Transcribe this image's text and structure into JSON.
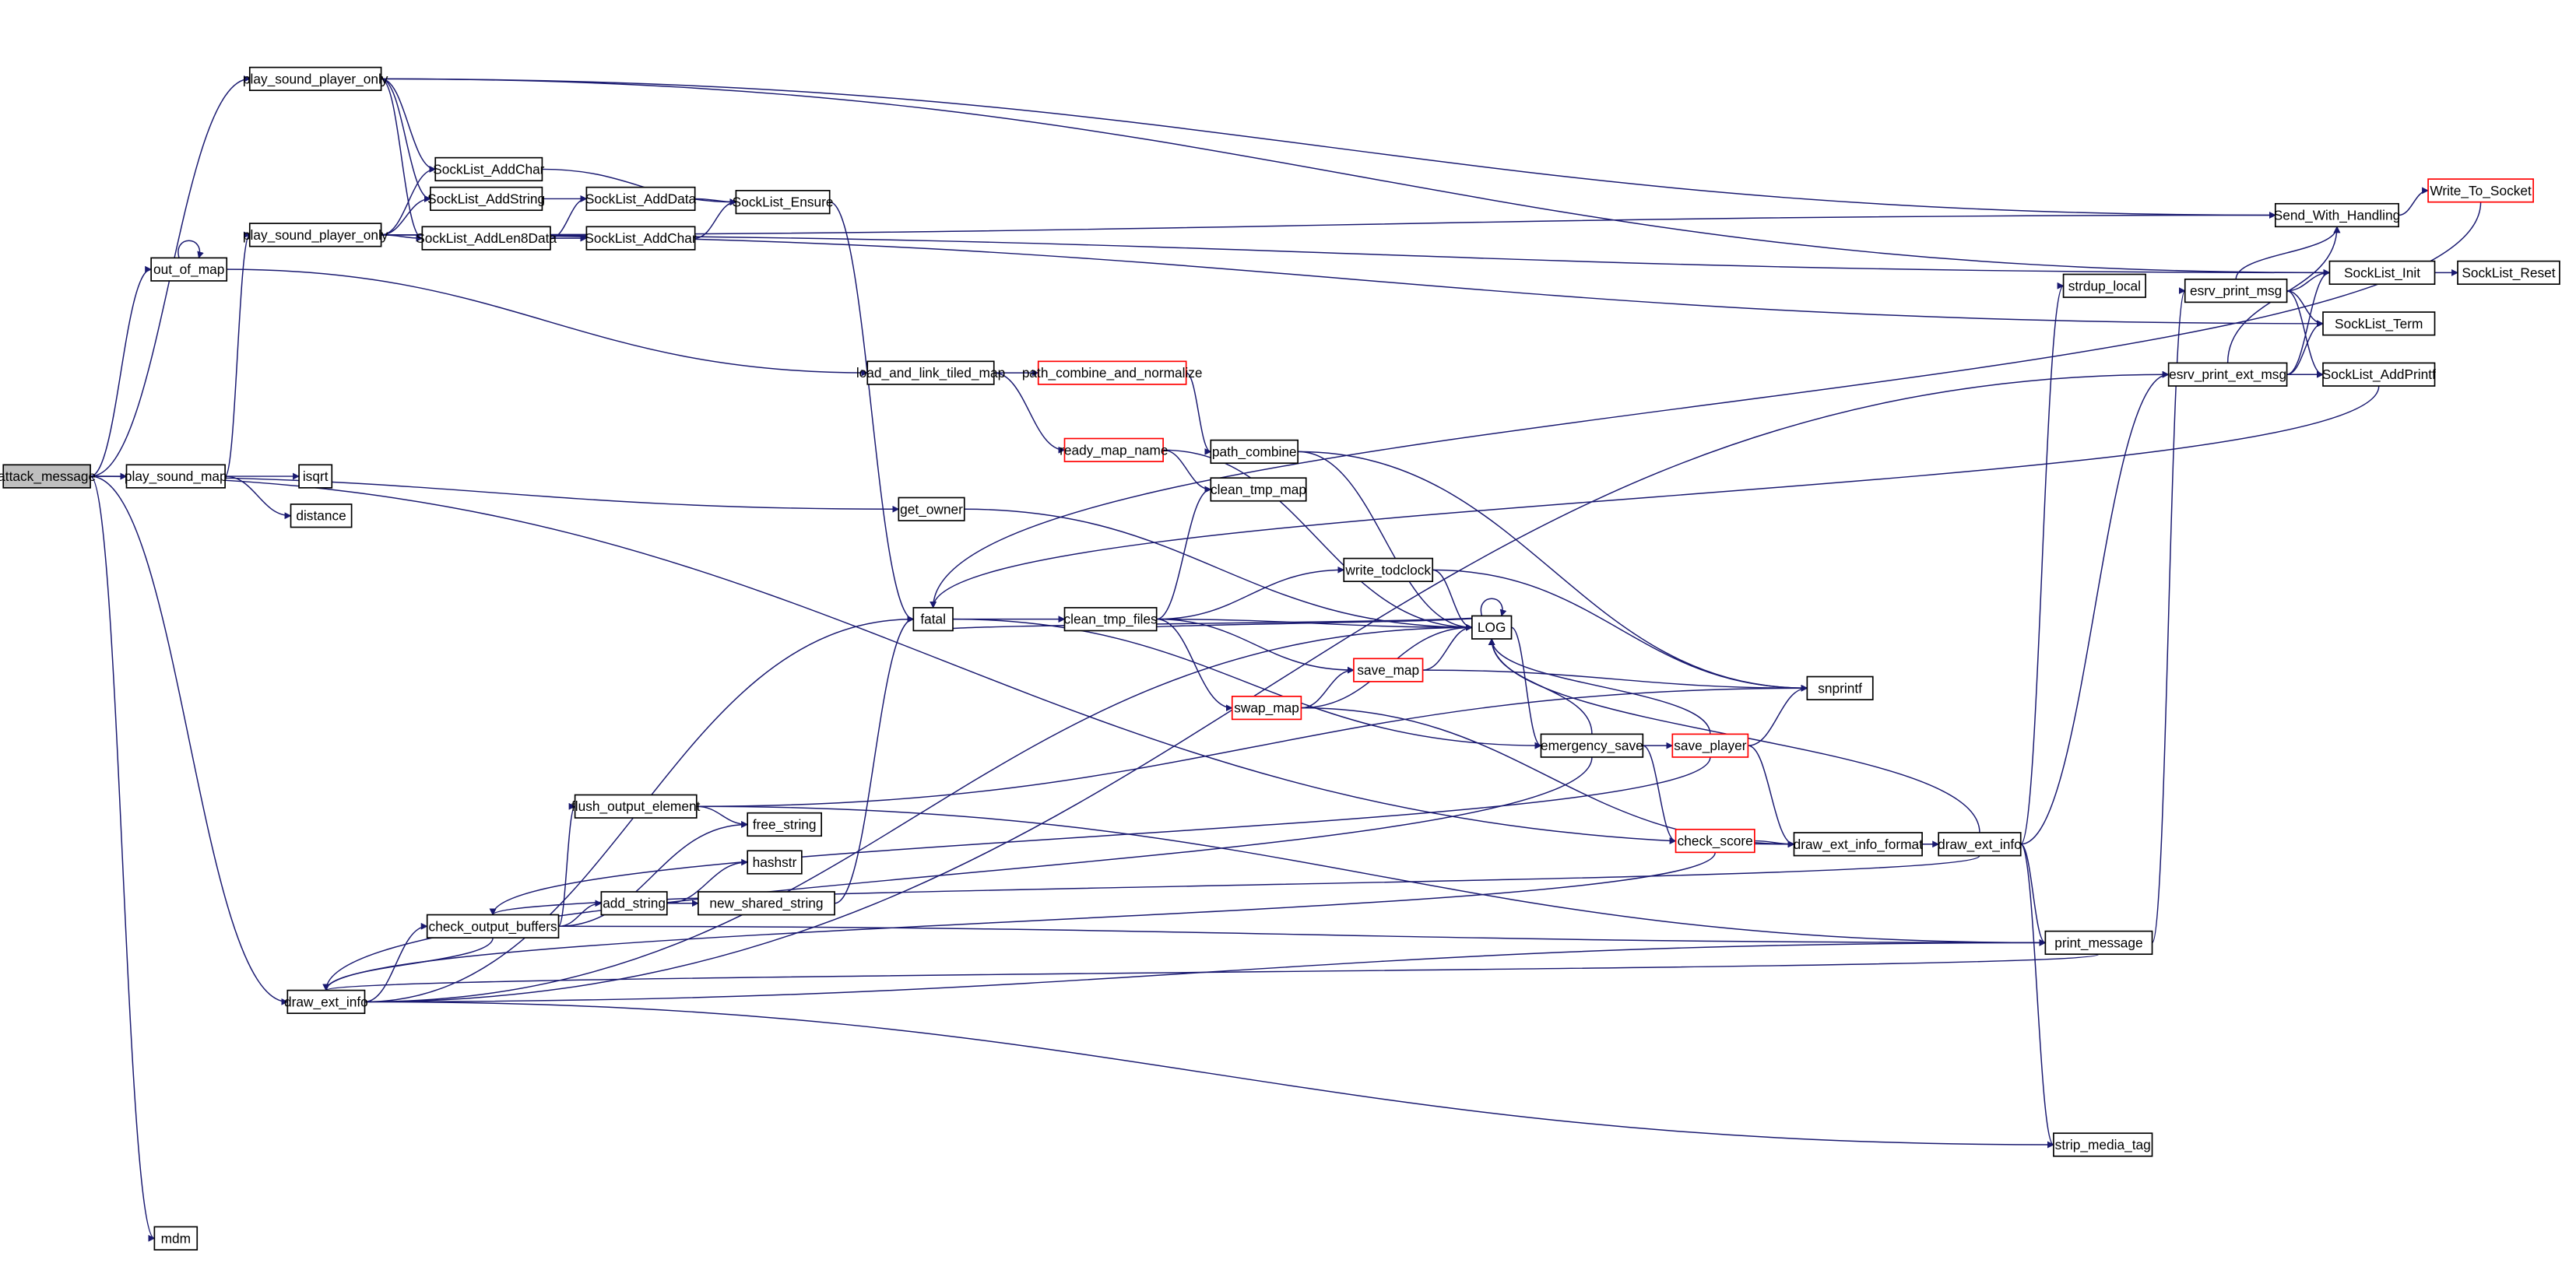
{
  "title": "attack_message call graph",
  "colors": {
    "edge": "#191970",
    "highlight_border": "#ff0000",
    "root_fill": "#bfbfbf"
  },
  "nodes": [
    {
      "id": "attack_message",
      "label": "attack_message",
      "style": "root"
    },
    {
      "id": "psp1",
      "label": "play_sound_player_only",
      "style": "normal"
    },
    {
      "id": "psp2",
      "label": "play_sound_player_only",
      "style": "normal"
    },
    {
      "id": "out_of_map",
      "label": "out_of_map",
      "style": "normal"
    },
    {
      "id": "play_sound_map",
      "label": "play_sound_map",
      "style": "normal"
    },
    {
      "id": "isqrt",
      "label": "isqrt",
      "style": "normal"
    },
    {
      "id": "distance",
      "label": "distance",
      "style": "normal"
    },
    {
      "id": "mdm",
      "label": "mdm",
      "style": "normal"
    },
    {
      "id": "addchar1",
      "label": "SockList_AddChar",
      "style": "normal"
    },
    {
      "id": "addstring",
      "label": "SockList_AddString",
      "style": "normal"
    },
    {
      "id": "addlen8",
      "label": "SockList_AddLen8Data",
      "style": "normal"
    },
    {
      "id": "adddata",
      "label": "SockList_AddData",
      "style": "normal"
    },
    {
      "id": "addchar2",
      "label": "SockList_AddChar",
      "style": "normal"
    },
    {
      "id": "ensure",
      "label": "SockList_Ensure",
      "style": "normal"
    },
    {
      "id": "load_link",
      "label": "load_and_link_tiled_map",
      "style": "normal"
    },
    {
      "id": "pcn",
      "label": "path_combine_and_normalize",
      "style": "red"
    },
    {
      "id": "ready_map_name",
      "label": "ready_map_name",
      "style": "red"
    },
    {
      "id": "path_combine",
      "label": "path_combine",
      "style": "normal"
    },
    {
      "id": "clean_tmp_map",
      "label": "clean_tmp_map",
      "style": "normal"
    },
    {
      "id": "get_owner",
      "label": "get_owner",
      "style": "normal"
    },
    {
      "id": "write_todclock",
      "label": "write_todclock",
      "style": "normal"
    },
    {
      "id": "fatal",
      "label": "fatal",
      "style": "normal"
    },
    {
      "id": "clean_tmp_files",
      "label": "clean_tmp_files",
      "style": "normal"
    },
    {
      "id": "LOG",
      "label": "LOG",
      "style": "normal"
    },
    {
      "id": "save_map",
      "label": "save_map",
      "style": "red"
    },
    {
      "id": "swap_map",
      "label": "swap_map",
      "style": "red"
    },
    {
      "id": "emergency_save",
      "label": "emergency_save",
      "style": "normal"
    },
    {
      "id": "save_player",
      "label": "save_player",
      "style": "red"
    },
    {
      "id": "snprintf",
      "label": "snprintf",
      "style": "normal"
    },
    {
      "id": "flush_output_element",
      "label": "flush_output_element",
      "style": "normal"
    },
    {
      "id": "free_string",
      "label": "free_string",
      "style": "normal"
    },
    {
      "id": "hashstr",
      "label": "hashstr",
      "style": "normal"
    },
    {
      "id": "add_string",
      "label": "add_string",
      "style": "normal"
    },
    {
      "id": "new_shared_string",
      "label": "new_shared_string",
      "style": "normal"
    },
    {
      "id": "check_output_buffers",
      "label": "check_output_buffers",
      "style": "normal"
    },
    {
      "id": "check_score",
      "label": "check_score",
      "style": "red"
    },
    {
      "id": "deif",
      "label": "draw_ext_info_format",
      "style": "normal"
    },
    {
      "id": "dei_r",
      "label": "draw_ext_info",
      "style": "normal"
    },
    {
      "id": "dei_l",
      "label": "draw_ext_info",
      "style": "normal"
    },
    {
      "id": "print_message",
      "label": "print_message",
      "style": "normal"
    },
    {
      "id": "strip_media_tag",
      "label": "strip_media_tag",
      "style": "normal"
    },
    {
      "id": "strdup_local",
      "label": "strdup_local",
      "style": "normal"
    },
    {
      "id": "send_with_handling",
      "label": "Send_With_Handling",
      "style": "normal"
    },
    {
      "id": "write_to_socket",
      "label": "Write_To_Socket",
      "style": "red"
    },
    {
      "id": "socklist_init",
      "label": "SockList_Init",
      "style": "normal"
    },
    {
      "id": "socklist_reset",
      "label": "SockList_Reset",
      "style": "normal"
    },
    {
      "id": "socklist_term",
      "label": "SockList_Term",
      "style": "normal"
    },
    {
      "id": "esrv_print_msg",
      "label": "esrv_print_msg",
      "style": "normal"
    },
    {
      "id": "esrv_print_ext_msg",
      "label": "esrv_print_ext_msg",
      "style": "normal"
    },
    {
      "id": "socklist_addprintf",
      "label": "SockList_AddPrintf",
      "style": "normal"
    }
  ],
  "edges": [
    [
      "attack_message",
      "psp1"
    ],
    [
      "attack_message",
      "out_of_map"
    ],
    [
      "attack_message",
      "play_sound_map"
    ],
    [
      "attack_message",
      "get_owner"
    ],
    [
      "attack_message",
      "dei_l"
    ],
    [
      "attack_message",
      "mdm"
    ],
    [
      "attack_message",
      "deif"
    ],
    [
      "out_of_map",
      "out_of_map"
    ],
    [
      "out_of_map",
      "load_link"
    ],
    [
      "play_sound_map",
      "isqrt"
    ],
    [
      "play_sound_map",
      "distance"
    ],
    [
      "play_sound_map",
      "psp2"
    ],
    [
      "psp1",
      "addchar1"
    ],
    [
      "psp1",
      "addstring"
    ],
    [
      "psp1",
      "addlen8"
    ],
    [
      "psp1",
      "send_with_handling"
    ],
    [
      "psp1",
      "socklist_init"
    ],
    [
      "psp2",
      "addchar1"
    ],
    [
      "psp2",
      "addstring"
    ],
    [
      "psp2",
      "addlen8"
    ],
    [
      "psp2",
      "send_with_handling"
    ],
    [
      "psp2",
      "socklist_init"
    ],
    [
      "psp2",
      "socklist_term"
    ],
    [
      "addchar1",
      "ensure"
    ],
    [
      "addstring",
      "adddata"
    ],
    [
      "addlen8",
      "adddata"
    ],
    [
      "addlen8",
      "addchar2"
    ],
    [
      "adddata",
      "ensure"
    ],
    [
      "addchar2",
      "ensure"
    ],
    [
      "ensure",
      "fatal"
    ],
    [
      "load_link",
      "pcn"
    ],
    [
      "load_link",
      "ready_map_name"
    ],
    [
      "pcn",
      "path_combine"
    ],
    [
      "path_combine",
      "LOG"
    ],
    [
      "path_combine",
      "snprintf"
    ],
    [
      "ready_map_name",
      "clean_tmp_map"
    ],
    [
      "ready_map_name",
      "LOG"
    ],
    [
      "get_owner",
      "LOG"
    ],
    [
      "fatal",
      "clean_tmp_files"
    ],
    [
      "fatal",
      "emergency_save"
    ],
    [
      "clean_tmp_files",
      "clean_tmp_map"
    ],
    [
      "clean_tmp_files",
      "write_todclock"
    ],
    [
      "clean_tmp_files",
      "LOG"
    ],
    [
      "clean_tmp_files",
      "save_map"
    ],
    [
      "clean_tmp_files",
      "swap_map"
    ],
    [
      "write_todclock",
      "LOG"
    ],
    [
      "write_todclock",
      "snprintf"
    ],
    [
      "LOG",
      "LOG"
    ],
    [
      "LOG",
      "clean_tmp_files"
    ],
    [
      "LOG",
      "emergency_save"
    ],
    [
      "LOG",
      "fatal"
    ],
    [
      "save_map",
      "LOG"
    ],
    [
      "save_map",
      "snprintf"
    ],
    [
      "swap_map",
      "save_map"
    ],
    [
      "swap_map",
      "LOG"
    ],
    [
      "swap_map",
      "deif"
    ],
    [
      "emergency_save",
      "LOG"
    ],
    [
      "emergency_save",
      "save_player"
    ],
    [
      "emergency_save",
      "check_score"
    ],
    [
      "emergency_save",
      "dei_l"
    ],
    [
      "save_player",
      "LOG"
    ],
    [
      "save_player",
      "snprintf"
    ],
    [
      "save_player",
      "deif"
    ],
    [
      "save_player",
      "check_output_buffers"
    ],
    [
      "check_score",
      "deif"
    ],
    [
      "check_score",
      "dei_l"
    ],
    [
      "deif",
      "dei_r"
    ],
    [
      "dei_r",
      "LOG"
    ],
    [
      "dei_r",
      "strdup_local"
    ],
    [
      "dei_r",
      "esrv_print_ext_msg"
    ],
    [
      "dei_r",
      "print_message"
    ],
    [
      "dei_r",
      "strip_media_tag"
    ],
    [
      "dei_r",
      "check_output_buffers"
    ],
    [
      "print_message",
      "esrv_print_msg"
    ],
    [
      "print_message",
      "dei_l"
    ],
    [
      "esrv_print_msg",
      "send_with_handling"
    ],
    [
      "esrv_print_msg",
      "socklist_init"
    ],
    [
      "esrv_print_msg",
      "socklist_term"
    ],
    [
      "esrv_print_msg",
      "socklist_addprintf"
    ],
    [
      "esrv_print_ext_msg",
      "send_with_handling"
    ],
    [
      "esrv_print_ext_msg",
      "socklist_init"
    ],
    [
      "esrv_print_ext_msg",
      "socklist_term"
    ],
    [
      "esrv_print_ext_msg",
      "socklist_addprintf"
    ],
    [
      "send_with_handling",
      "write_to_socket"
    ],
    [
      "write_to_socket",
      "fatal"
    ],
    [
      "socklist_init",
      "socklist_reset"
    ],
    [
      "socklist_addprintf",
      "fatal"
    ],
    [
      "dei_l",
      "check_output_buffers"
    ],
    [
      "dei_l",
      "LOG"
    ],
    [
      "dei_l",
      "fatal"
    ],
    [
      "dei_l",
      "strip_media_tag"
    ],
    [
      "dei_l",
      "print_message"
    ],
    [
      "dei_l",
      "esrv_print_ext_msg"
    ],
    [
      "check_output_buffers",
      "flush_output_element"
    ],
    [
      "check_output_buffers",
      "free_string"
    ],
    [
      "check_output_buffers",
      "add_string"
    ],
    [
      "check_output_buffers",
      "print_message"
    ],
    [
      "check_output_buffers",
      "dei_l"
    ],
    [
      "flush_output_element",
      "free_string"
    ],
    [
      "flush_output_element",
      "snprintf"
    ],
    [
      "flush_output_element",
      "print_message"
    ],
    [
      "add_string",
      "hashstr"
    ],
    [
      "add_string",
      "new_shared_string"
    ],
    [
      "new_shared_string",
      "fatal"
    ]
  ]
}
